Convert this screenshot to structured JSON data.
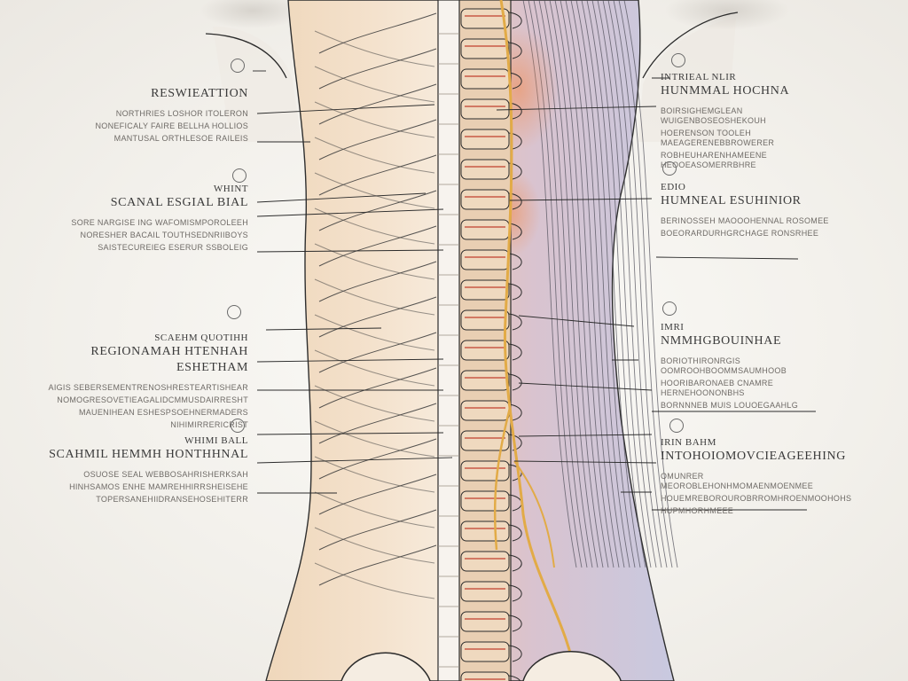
{
  "illustration": {
    "subject": "spine-and-nerves-illustration",
    "colors": {
      "skin": "#f1dcc2",
      "shadow": "#cfd3e6",
      "vertebra": "#e8c9a6",
      "nerve": "#e6b04a",
      "accent": "#e07a55",
      "line": "#2b2b2b"
    }
  },
  "left_labels": [
    {
      "num": "",
      "title_small": "",
      "title_big": "RESWIEATTION",
      "lines": [
        "NORTHRIES LOSHOR ITOLERON",
        "NONEFICALY FAIRE BELLHA HOLLIOS",
        "MANTUSAL ORTHLESOE RAILEIS"
      ]
    },
    {
      "num": "",
      "title_small": "WHINT",
      "title_big": "SCANAL ESGIAL BIAL",
      "lines": [
        "SORE NARGISE ING WAFOMISMPOROLEEH",
        "NORESHER BACAIL TOUTHSEDNRIIBOYS",
        "SAISTECUREIEG ESERUR SSBOLEIG"
      ]
    },
    {
      "num": "",
      "title_small": "SCAEHM QUOTIHH",
      "title_big": "REGIONAMAH HTENHAH ESHETHAM",
      "lines": [
        "AIGIS SEBERSEMENTRENOSHRESTEARTISHEAR",
        "NOMOGRESOVETIEAGALIDCMMUSDAIRRESHT",
        "MAUENIHEAN ESHESPSOEHNERMADERS",
        "NIHIMIRRERICRIST"
      ]
    },
    {
      "num": "",
      "title_small": "WHIMI BALL",
      "title_big": "SCAHMIL HEMMH HONTHHNAL",
      "lines": [
        "OSUOSE SEAL WEBBOSAHRISHERKSAH",
        "HINHSAMOS ENHE MAMREHHIRRSHEISEHE",
        "TOPERSANEHIIDRANSEHOSEHITERR"
      ]
    }
  ],
  "right_labels": [
    {
      "num": "",
      "title_small": "INTRIEAL NLIR",
      "title_big": "HUNMMAL HOCHNA",
      "lines": [
        "BOIRSIGHEMGLEAN WUIGENBOSEOSHEKOUH",
        "HOERENSON TOOLEH MAEAGERENEBBROWERER",
        "ROBHEUHARENHAMEENE HEOOEASOMERRBHRE"
      ]
    },
    {
      "num": "",
      "title_small": "EDIO",
      "title_big": "HUMNEAL ESUHINIOR",
      "lines": [
        "BERINOSSEH MAOOOHENNAL ROSOMEE",
        "BOEORARDURHGRCHAGE RONSRHEE"
      ]
    },
    {
      "num": "",
      "title_small": "IMRI",
      "title_big": "NMMHGBOUINHAE",
      "lines": [
        "BORIOTHIRONRGIS OOMROOHBOOMMSAUMHOOB",
        "HOORIBARONAEB CNAMRE HERNEHOONONBHS",
        "BORNNNEB MUIS LOUOEGAAHLG"
      ]
    },
    {
      "num": "",
      "title_small": "IRIN BAHM",
      "title_big": "INTOHOIOMOVCIEAGEEHING",
      "lines": [
        "OMUNRER MEOROBLEHONHMOMAENMOENMEE",
        "HOUEMREBOROUROBRROMHROENMOOHOHS",
        "HUPMHORHMEEE"
      ]
    }
  ]
}
